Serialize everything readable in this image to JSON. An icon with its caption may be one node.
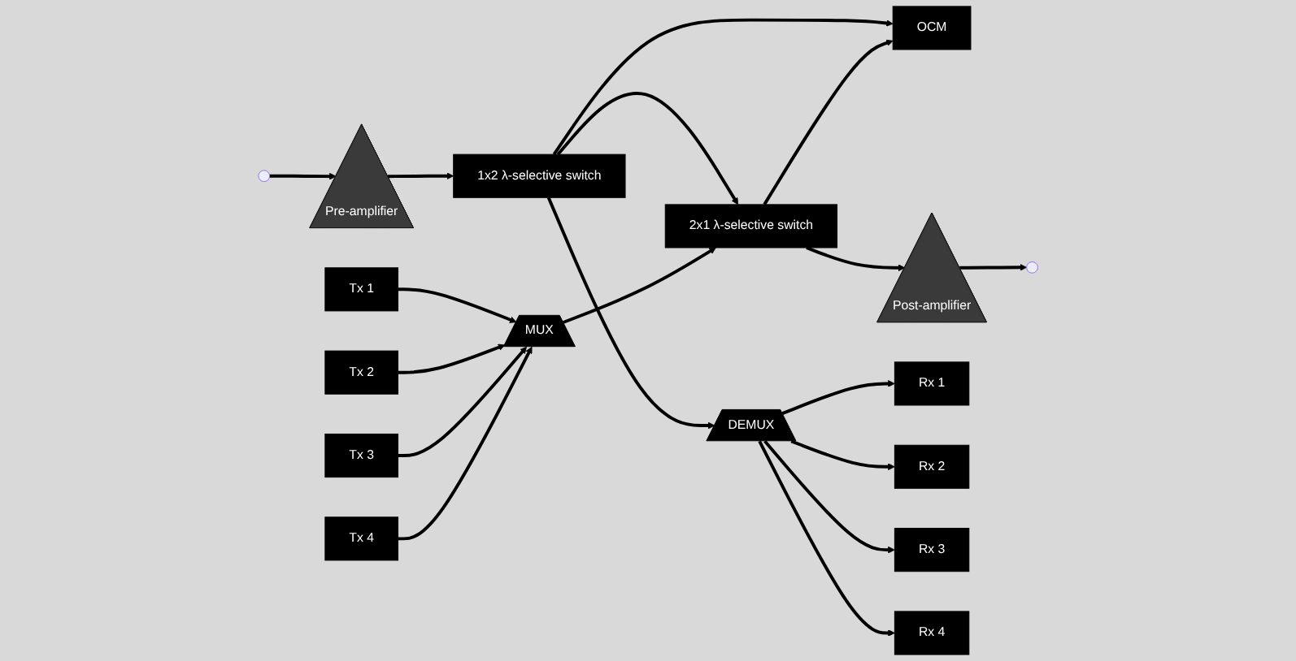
{
  "diagram": {
    "nodes": [
      {
        "text": [
          "Pre-amplifier"
        ]
      },
      {
        "text": [
          "1x2 λ-selective switch"
        ]
      },
      {
        "text": [
          "OCM"
        ]
      },
      {
        "text": [
          "2x1 λ-selective switch"
        ]
      },
      {
        "text": [
          "Post-amplifier"
        ]
      },
      {
        "text": [
          "DEMUX"
        ]
      },
      {
        "text": [
          "MUX"
        ]
      },
      {
        "text": [
          "Rx 1"
        ]
      },
      {
        "text": [
          "Rx 2"
        ]
      },
      {
        "text": [
          "Rx 3"
        ]
      },
      {
        "text": [
          "Rx 4"
        ]
      },
      {
        "text": [
          "Tx 1"
        ]
      },
      {
        "text": [
          "Tx 2"
        ]
      },
      {
        "text": [
          "Tx 3"
        ]
      },
      {
        "text": [
          "Tx 4"
        ]
      }
    ],
    "edges": [
      {
        "from": null,
        "to": 0,
        "arrow": "to"
      },
      {
        "from": 0,
        "to": 1,
        "arrow": "to"
      },
      {
        "from": 1,
        "to": 2,
        "arrow": "to"
      },
      {
        "from": 1,
        "to": 3,
        "arrow": "to"
      },
      {
        "from": 3,
        "to": 2,
        "arrow": "to"
      },
      {
        "from": 3,
        "to": 4,
        "arrow": "to"
      },
      {
        "from": 4,
        "to": null,
        "arrow": "to"
      },
      {
        "from": 1,
        "to": 5,
        "arrow": "to"
      },
      {
        "from": 6,
        "to": 3,
        "arrow": "to"
      },
      {
        "from": 5,
        "to": 7,
        "arrow": "to"
      },
      {
        "from": 5,
        "to": 8,
        "arrow": "to"
      },
      {
        "from": 5,
        "to": 9,
        "arrow": "to"
      },
      {
        "from": 5,
        "to": 10,
        "arrow": "to"
      },
      {
        "from": 11,
        "to": 6,
        "arrow": "to"
      },
      {
        "from": 12,
        "to": 6,
        "arrow": "to"
      },
      {
        "from": 13,
        "to": 6,
        "arrow": "to"
      },
      {
        "from": 14,
        "to": 6,
        "arrow": "to"
      }
    ]
  }
}
